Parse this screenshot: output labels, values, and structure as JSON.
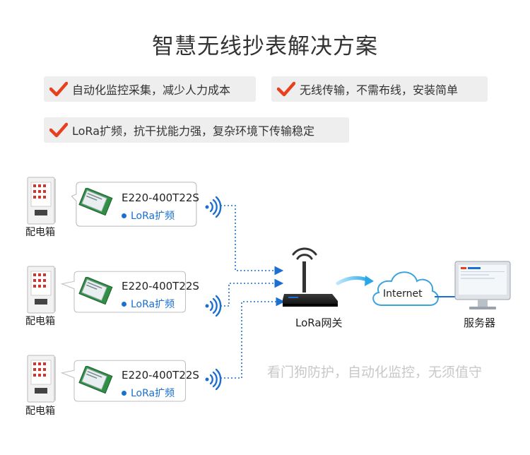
{
  "title": "智慧无线抄表解决方案",
  "features": [
    {
      "text": "自动化监控采集，减少人力成本"
    },
    {
      "text": "无线传输，不需布线，安装简单"
    },
    {
      "text": "LoRa扩频，抗干扰能力强，复杂环境下传输稳定"
    }
  ],
  "nodes": [
    {
      "cabinet_label": "配电箱",
      "model": "E220-400T22S",
      "band": "LoRa扩频"
    },
    {
      "cabinet_label": "配电箱",
      "model": "E220-400T22S",
      "band": "LoRa扩频"
    },
    {
      "cabinet_label": "配电箱",
      "model": "E220-400T22S",
      "band": "LoRa扩频"
    }
  ],
  "gateway": {
    "label": "LoRa网关"
  },
  "cloud": {
    "label": "Internet"
  },
  "server": {
    "label": "服务器"
  },
  "slogan": "看门狗防护，自动化监控，无须值守",
  "colors": {
    "accent_red": "#e8401f",
    "link_blue": "#1a6fd0",
    "gray_box": "#eeeeee"
  }
}
